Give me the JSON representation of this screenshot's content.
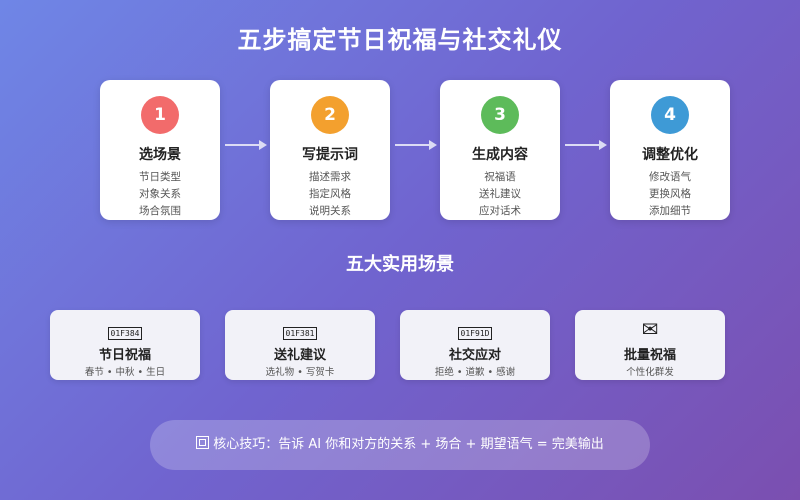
{
  "title": "五步搞定节日祝福与社交礼仪",
  "steps": [
    {
      "number": "1",
      "name": "选场景",
      "details": [
        "节日类型",
        "对象关系",
        "场合氛围"
      ],
      "color": "#f26b6b"
    },
    {
      "number": "2",
      "name": "写提示词",
      "details": [
        "描述需求",
        "指定风格",
        "说明关系"
      ],
      "color": "#f3a02e"
    },
    {
      "number": "3",
      "name": "生成内容",
      "details": [
        "祝福语",
        "送礼建议",
        "应对话术"
      ],
      "color": "#5dbb5a"
    },
    {
      "number": "4",
      "name": "调整优化",
      "details": [
        "修改语气",
        "更换风格",
        "添加细节"
      ],
      "color": "#3e9ad6"
    }
  ],
  "scenes_title": "五大实用场景",
  "scenes": [
    {
      "icon_text": "01F384",
      "icon": "christmas-tree-icon",
      "name": "节日祝福",
      "desc": "春节 • 中秋 • 生日"
    },
    {
      "icon_text": "01F381",
      "icon": "gift-icon",
      "name": "送礼建议",
      "desc": "选礼物 • 写贺卡"
    },
    {
      "icon_text": "01F91D",
      "icon": "handshake-icon",
      "name": "社交应对",
      "desc": "拒绝 • 道歉 • 感谢"
    },
    {
      "icon_text": "✉",
      "icon": "envelope-icon",
      "name": "批量祝福",
      "desc": "个性化群发"
    }
  ],
  "tip": "核心技巧：告诉 AI 你和对方的关系 + 场合 + 期望语气 = 完美输出"
}
